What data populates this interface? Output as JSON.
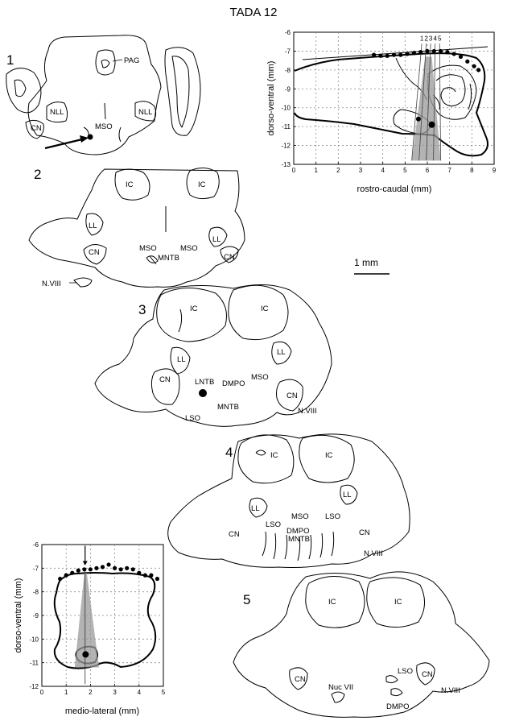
{
  "title": "TADA 12",
  "scale_bar_label": "1 mm",
  "sections": [
    {
      "number": "1",
      "labels": [
        "PAG",
        "NLL",
        "NLL",
        "CN",
        "MSO"
      ]
    },
    {
      "number": "2",
      "labels": [
        "IC",
        "IC",
        "LL",
        "LL",
        "MSO",
        "MSO",
        "MNTB",
        "CN",
        "CN",
        "N.VIII"
      ]
    },
    {
      "number": "3",
      "labels": [
        "IC",
        "IC",
        "LL",
        "LL",
        "LNTB",
        "DMPO",
        "MSO",
        "CN",
        "CN",
        "MNTB",
        "LSO",
        "N.VIII"
      ]
    },
    {
      "number": "4",
      "labels": [
        "IC",
        "IC",
        "LL",
        "LL",
        "MSO",
        "LSO",
        "LSO",
        "DMPO",
        "MNTB",
        "CN",
        "CN",
        "N.VIII"
      ]
    },
    {
      "number": "5",
      "labels": [
        "IC",
        "IC",
        "CN",
        "CN",
        "Nuc VII",
        "LSO",
        "DMPO",
        "N.VIII"
      ]
    }
  ],
  "chart_data": [
    {
      "type": "scatter",
      "xlabel": "rostro-caudal (mm)",
      "ylabel": "dorso-ventral (mm)",
      "xlim": [
        0,
        9
      ],
      "ylim": [
        -13,
        -6
      ],
      "xticks": [
        0,
        1,
        2,
        3,
        4,
        5,
        6,
        7,
        8,
        9
      ],
      "yticks": [
        -6,
        -7,
        -8,
        -9,
        -10,
        -11,
        -12,
        -13
      ],
      "grid": true,
      "track_labels": [
        "1",
        "2",
        "3",
        "4",
        "5"
      ],
      "track_x_top": [
        5.75,
        5.95,
        6.15,
        6.35,
        6.55
      ],
      "surface_points": {
        "x": [
          3.6,
          3.9,
          4.2,
          4.5,
          4.8,
          5.1,
          5.4,
          5.7,
          6.0,
          6.3,
          6.6,
          6.9,
          7.2,
          7.5,
          7.8,
          8.1,
          8.3
        ],
        "y": [
          -7.2,
          -7.25,
          -7.25,
          -7.2,
          -7.2,
          -7.15,
          -7.1,
          -7.05,
          -7.0,
          -7.0,
          -7.0,
          -7.05,
          -7.15,
          -7.3,
          -7.55,
          -7.8,
          -8.0
        ]
      },
      "lesion_points": {
        "x": [
          5.6,
          6.2
        ],
        "y": [
          -10.6,
          -10.9
        ]
      },
      "shaded_track": {
        "top_x": [
          5.9,
          6.2
        ],
        "bottom_x": [
          5.3,
          6.6
        ],
        "top_y": -7.3,
        "bottom_y": -12.8
      }
    },
    {
      "type": "scatter",
      "xlabel": "medio-lateral (mm)",
      "ylabel": "dorso-ventral (mm)",
      "xlim": [
        0,
        5
      ],
      "ylim": [
        -12,
        -6
      ],
      "xticks": [
        0,
        1,
        2,
        3,
        4,
        5
      ],
      "yticks": [
        -6,
        -7,
        -8,
        -9,
        -10,
        -11,
        -12
      ],
      "grid": true,
      "surface_points": {
        "x": [
          0.75,
          1.0,
          1.25,
          1.5,
          1.75,
          2.0,
          2.25,
          2.5,
          2.75,
          3.0,
          3.25,
          3.5,
          3.75,
          4.0,
          4.25,
          4.5,
          4.75
        ],
        "y": [
          -7.45,
          -7.3,
          -7.2,
          -7.1,
          -7.05,
          -7.05,
          -7.0,
          -6.95,
          -6.85,
          -7.0,
          -7.05,
          -7.0,
          -7.05,
          -7.2,
          -7.3,
          -7.3,
          -7.45
        ]
      },
      "lesion_points": {
        "x": [
          1.8
        ],
        "y": [
          -10.65
        ]
      },
      "entry_arrow_x": 1.78,
      "shaded_track": {
        "top_x": [
          1.75,
          1.85
        ],
        "bottom_x": [
          1.35,
          2.35
        ],
        "top_y": -7.2,
        "bottom_y": -11.2
      }
    }
  ]
}
